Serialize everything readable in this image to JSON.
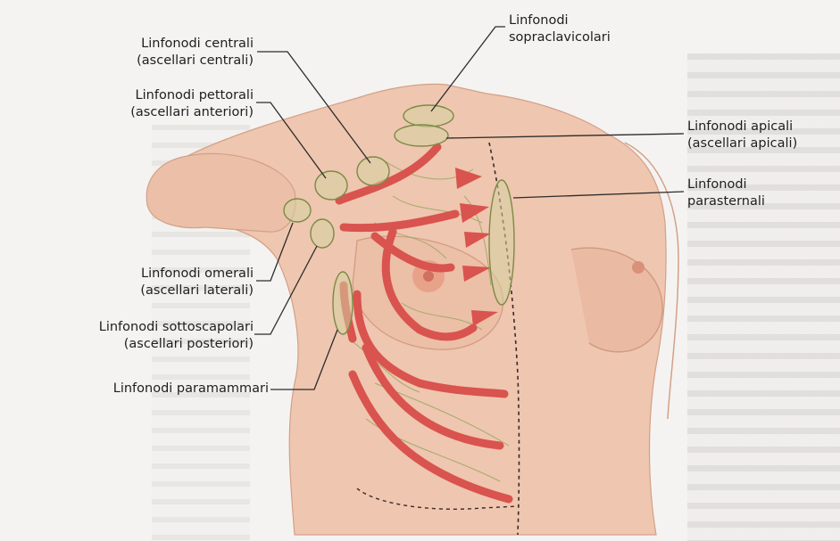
{
  "labels": {
    "centrali": {
      "line1": "Linfonodi centrali",
      "line2": "(ascellari centrali)"
    },
    "pettorali": {
      "line1": "Linfonodi pettorali",
      "line2": "(ascellari anteriori)"
    },
    "omerali": {
      "line1": "Linfonodi omerali",
      "line2": "(ascellari laterali)"
    },
    "sottoscapolari": {
      "line1": "Linfonodi sottoscapolari",
      "line2": "(ascellari posteriori)"
    },
    "paramammari": {
      "line1": "Linfonodi paramammari"
    },
    "sopraclavicolari": {
      "line1": "Linfonodi",
      "line2": "sopraclavicolari"
    },
    "apicali": {
      "line1": "Linfonodi apicali",
      "line2": "(ascellari apicali)"
    },
    "parasternali": {
      "line1": "Linfonodi",
      "line2": "parasternali"
    }
  },
  "colors": {
    "skin": "#f0c8b2",
    "skin_shadow": "#dfa68c",
    "lymph_arrow": "#d9534f",
    "lymph_vessel": "#8fa55a",
    "node_fill": "#c9c98a",
    "leader_line": "#2b2b2b"
  }
}
